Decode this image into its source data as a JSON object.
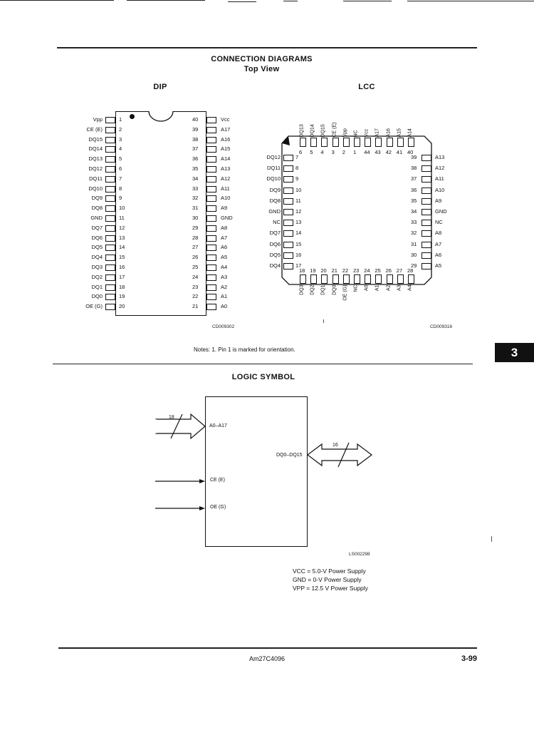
{
  "header": {
    "title": "CONNECTION DIAGRAMS",
    "subtitle": "Top View",
    "dip_label": "DIP",
    "lcc_label": "LCC"
  },
  "dip": {
    "left_pins": [
      {
        "num": "1",
        "label": "Vpp"
      },
      {
        "num": "2",
        "label": "CE (E)"
      },
      {
        "num": "3",
        "label": "DQ15"
      },
      {
        "num": "4",
        "label": "DQ14"
      },
      {
        "num": "5",
        "label": "DQ13"
      },
      {
        "num": "6",
        "label": "DQ12"
      },
      {
        "num": "7",
        "label": "DQ11"
      },
      {
        "num": "8",
        "label": "DQ10"
      },
      {
        "num": "9",
        "label": "DQ9"
      },
      {
        "num": "10",
        "label": "DQ8"
      },
      {
        "num": "11",
        "label": "GND"
      },
      {
        "num": "12",
        "label": "DQ7"
      },
      {
        "num": "13",
        "label": "DQ6"
      },
      {
        "num": "14",
        "label": "DQ5"
      },
      {
        "num": "15",
        "label": "DQ4"
      },
      {
        "num": "16",
        "label": "DQ3"
      },
      {
        "num": "17",
        "label": "DQ2"
      },
      {
        "num": "18",
        "label": "DQ1"
      },
      {
        "num": "19",
        "label": "DQ0"
      },
      {
        "num": "20",
        "label": "OE (G)"
      }
    ],
    "right_pins": [
      {
        "num": "40",
        "label": "Vcc"
      },
      {
        "num": "39",
        "label": "A17"
      },
      {
        "num": "38",
        "label": "A16"
      },
      {
        "num": "37",
        "label": "A15"
      },
      {
        "num": "36",
        "label": "A14"
      },
      {
        "num": "35",
        "label": "A13"
      },
      {
        "num": "34",
        "label": "A12"
      },
      {
        "num": "33",
        "label": "A11"
      },
      {
        "num": "32",
        "label": "A10"
      },
      {
        "num": "31",
        "label": "A9"
      },
      {
        "num": "30",
        "label": "GND"
      },
      {
        "num": "29",
        "label": "A8"
      },
      {
        "num": "28",
        "label": "A7"
      },
      {
        "num": "27",
        "label": "A6"
      },
      {
        "num": "26",
        "label": "A5"
      },
      {
        "num": "25",
        "label": "A4"
      },
      {
        "num": "24",
        "label": "A3"
      },
      {
        "num": "23",
        "label": "A2"
      },
      {
        "num": "22",
        "label": "A1"
      },
      {
        "num": "21",
        "label": "A0"
      }
    ],
    "code": "CD009302"
  },
  "lcc": {
    "top_nums": [
      "6",
      "5",
      "4",
      "3",
      "2",
      "1",
      "44",
      "43",
      "42",
      "41",
      "40"
    ],
    "top_labels": [
      "DQ13",
      "DQ14",
      "DQ15",
      "CE (E)",
      "Vpp",
      "NC",
      "Vcc",
      "A17",
      "A16",
      "A15",
      "A14"
    ],
    "left_pins": [
      {
        "num": "7",
        "label": "DQ12"
      },
      {
        "num": "8",
        "label": "DQ11"
      },
      {
        "num": "9",
        "label": "DQ10"
      },
      {
        "num": "10",
        "label": "DQ9"
      },
      {
        "num": "11",
        "label": "DQ8"
      },
      {
        "num": "12",
        "label": "GND"
      },
      {
        "num": "13",
        "label": "NC"
      },
      {
        "num": "14",
        "label": "DQ7"
      },
      {
        "num": "15",
        "label": "DQ6"
      },
      {
        "num": "16",
        "label": "DQ5"
      },
      {
        "num": "17",
        "label": "DQ4"
      }
    ],
    "right_pins": [
      {
        "num": "39",
        "label": "A13"
      },
      {
        "num": "38",
        "label": "A12"
      },
      {
        "num": "37",
        "label": "A11"
      },
      {
        "num": "36",
        "label": "A10"
      },
      {
        "num": "35",
        "label": "A9"
      },
      {
        "num": "34",
        "label": "GND"
      },
      {
        "num": "33",
        "label": "NC"
      },
      {
        "num": "32",
        "label": "A8"
      },
      {
        "num": "31",
        "label": "A7"
      },
      {
        "num": "30",
        "label": "A6"
      },
      {
        "num": "29",
        "label": "A5"
      }
    ],
    "bottom_nums": [
      "18",
      "19",
      "20",
      "21",
      "22",
      "23",
      "24",
      "25",
      "26",
      "27",
      "28"
    ],
    "bottom_labels": [
      "DQ3",
      "DQ2",
      "DQ1",
      "DQ0",
      "OE (G)",
      "NC",
      "A0",
      "A1",
      "A2",
      "A3",
      "A4"
    ],
    "code": "CD009316"
  },
  "notes": "Notes: 1. Pin 1 is marked for orientation.",
  "side_tab": "3",
  "logic": {
    "title": "LOGIC SYMBOL",
    "addr_bus_width": "18",
    "addr_label": "A0–A17",
    "data_bus_width": "16",
    "data_label": "DQ0–DQ15",
    "ce_label": "CE (E)",
    "oe_label": "OE (G)",
    "code": "LS002298"
  },
  "power": {
    "vcc": "VCC = 5.0-V Power Supply",
    "gnd": "GND = 0-V Power Supply",
    "vpp": "VPP = 12.5 V Power Supply"
  },
  "footer": {
    "part": "Am27C4096",
    "page": "3-99"
  }
}
